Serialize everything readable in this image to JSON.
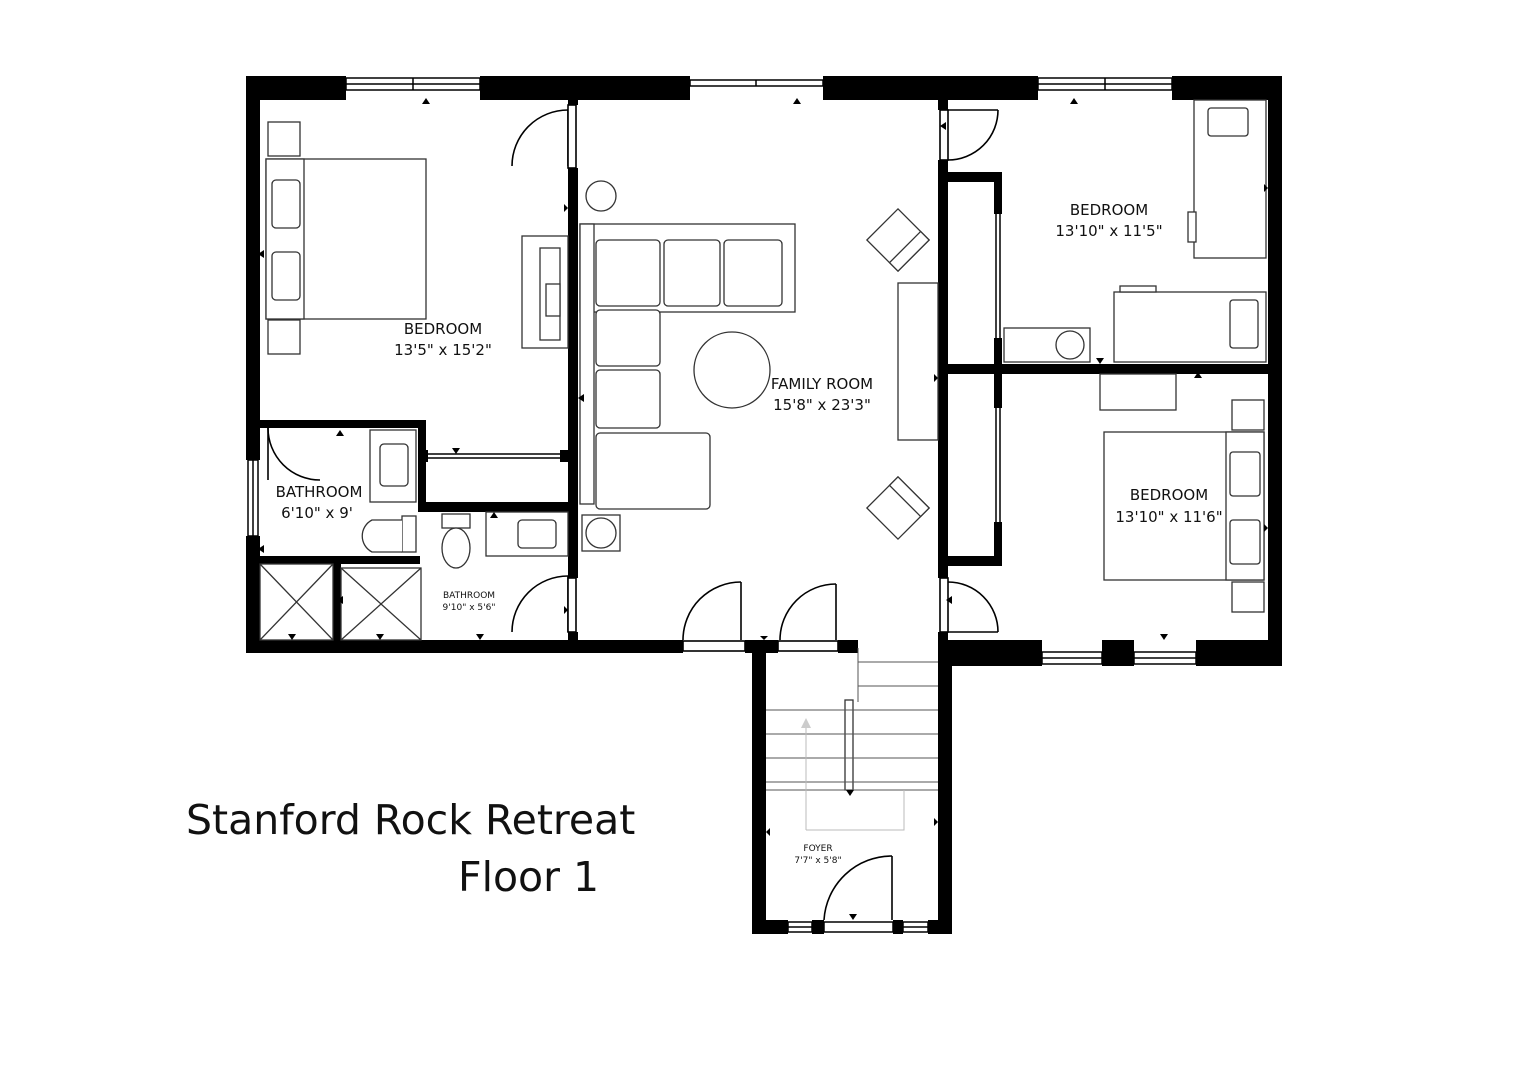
{
  "title": {
    "line1": "Stanford Rock Retreat",
    "line2": "Floor 1"
  },
  "rooms": {
    "bedroom_left": {
      "name": "BEDROOM",
      "size": "13'5\" x 15'2\""
    },
    "family_room": {
      "name": "FAMILY ROOM",
      "size": "15'8\" x 23'3\""
    },
    "bedroom_top_right": {
      "name": "BEDROOM",
      "size": "13'10\" x 11'5\""
    },
    "bedroom_bottom_right": {
      "name": "BEDROOM",
      "size": "13'10\" x 11'6\""
    },
    "bathroom_left": {
      "name": "BATHROOM",
      "size": "6'10\" x 9'"
    },
    "bathroom_small": {
      "name": "BATHROOM",
      "size": "9'10\" x 5'6\""
    },
    "foyer": {
      "name": "FOYER",
      "size": "7'7\" x 5'8\""
    }
  },
  "colors": {
    "wall": "#000000",
    "fixture": "#333333",
    "background": "#ffffff"
  }
}
